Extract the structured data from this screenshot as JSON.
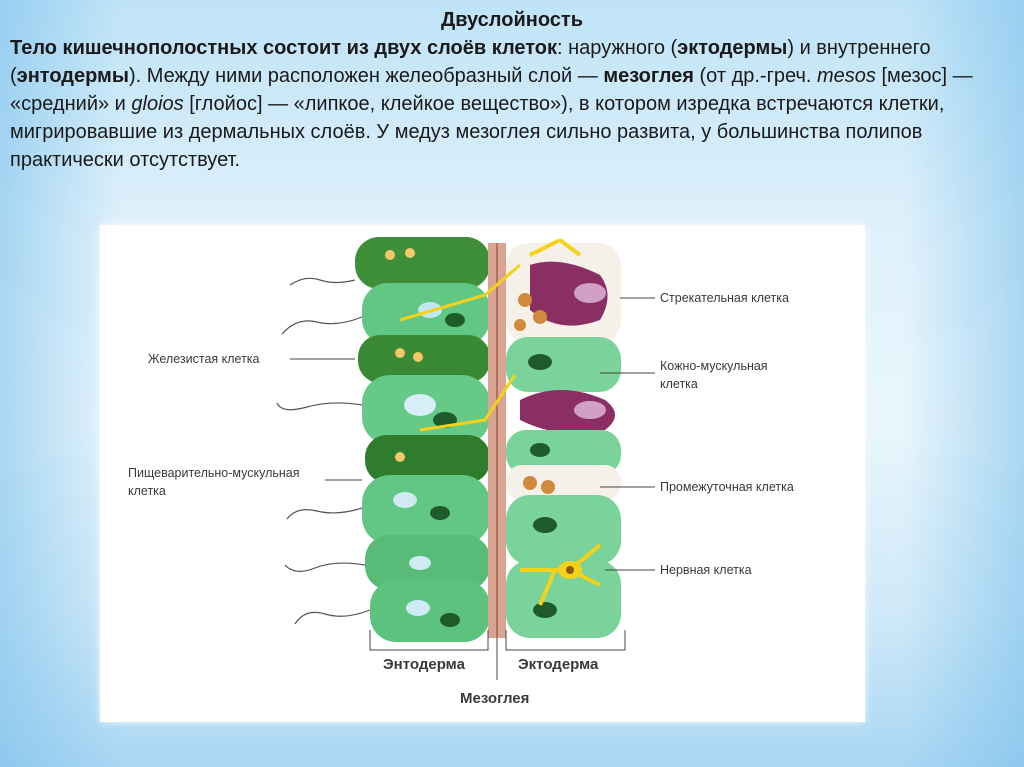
{
  "slide": {
    "title": "Двуслойность",
    "text": {
      "p1_bold": "Тело кишечнополостных состоит из двух слоёв клеток",
      "p2": ": наружного (",
      "p3_bold": "эктодермы",
      "p4": ") и внутреннего (",
      "p5_bold": "энтодермы",
      "p6": "). Между ними расположен желеобразный слой — ",
      "p7_bold": "мезоглея",
      "p8": " (от др.-греч. ",
      "p9_italic": "mesos",
      "p10": " [мезос] — «средний» и ",
      "p11_italic": "gloios",
      "p12": " [глойос] — «липкое, клейкое вещество»), в котором изредка встречаются клетки, мигрировавшие из дермальных слоёв. У медуз мезоглея сильно развита, у большинства полипов практически отсутствует."
    }
  },
  "diagram": {
    "labels": {
      "glandular": "Железистая клетка",
      "digestive_1": "Пищеварительно-мускульная",
      "digestive_2": "клетка",
      "stinging": "Стрекательная клетка",
      "skin_muscle_1": "Кожно-мускульная",
      "skin_muscle_2": "клетка",
      "intermediate": "Промежуточная клетка",
      "nerve": "Нервная клетка",
      "endoderm": "Энтодерма",
      "ectoderm": "Эктодерма",
      "mesoglea": "Мезоглея"
    },
    "colors": {
      "endo_light": "#5cc27e",
      "endo_dark": "#2f7d2c",
      "ecto_light": "#79d39a",
      "stinging": "#8a2f63",
      "nerve": "#f5d21a",
      "mesoglea": "#c98f7a"
    }
  }
}
